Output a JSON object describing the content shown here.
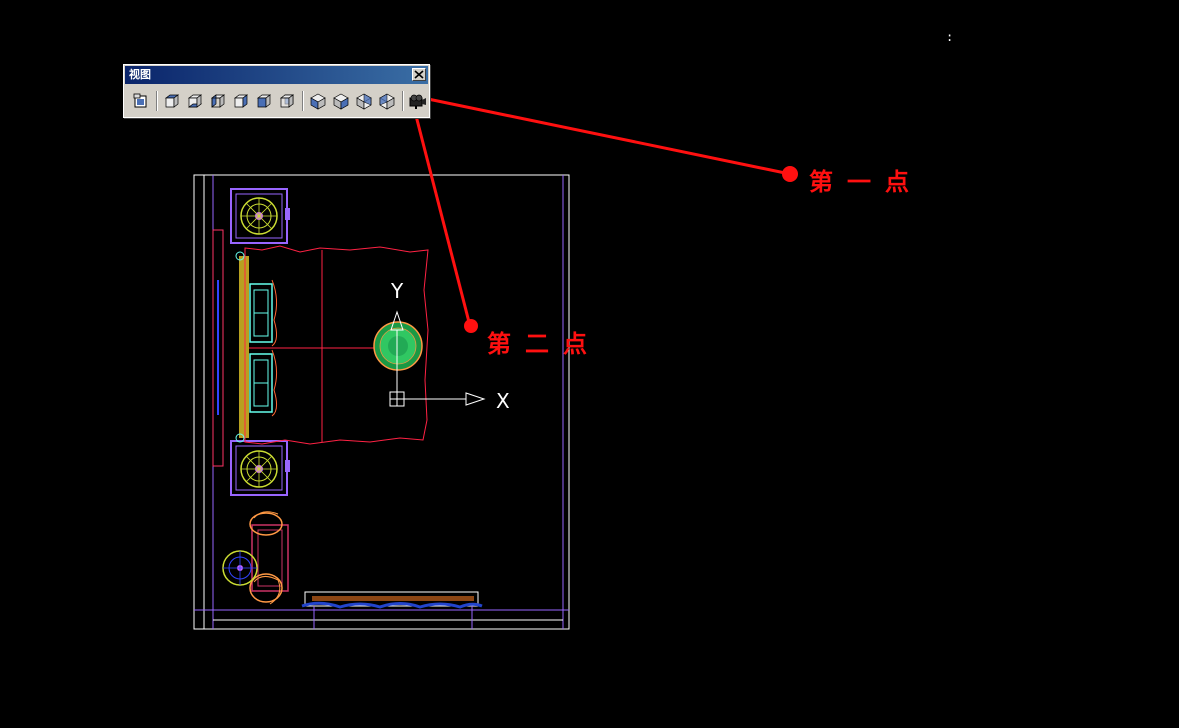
{
  "toolbar": {
    "title": "视图",
    "buttons": [
      {
        "name": "named-views-icon"
      },
      {
        "name": "top-view-icon"
      },
      {
        "name": "bottom-view-icon"
      },
      {
        "name": "left-view-icon"
      },
      {
        "name": "right-view-icon"
      },
      {
        "name": "front-view-icon"
      },
      {
        "name": "back-view-icon"
      },
      {
        "name": "sw-isometric-icon"
      },
      {
        "name": "se-isometric-icon"
      },
      {
        "name": "ne-isometric-icon"
      },
      {
        "name": "nw-isometric-icon"
      },
      {
        "name": "camera-icon"
      }
    ]
  },
  "annotations": {
    "first_point": "第一点",
    "second_point": "第二点"
  },
  "ucs": {
    "x_label": "X",
    "y_label": "Y"
  },
  "colors": {
    "annotation_red": "#ff1010",
    "toolbar_title": "#0a246a",
    "wall_white": "#ffffff",
    "purple": "#9966ff",
    "cyan": "#66ffee",
    "gold": "#b8a020",
    "orange": "#ff9944",
    "green": "#33cc66",
    "blue": "#2244cc"
  }
}
